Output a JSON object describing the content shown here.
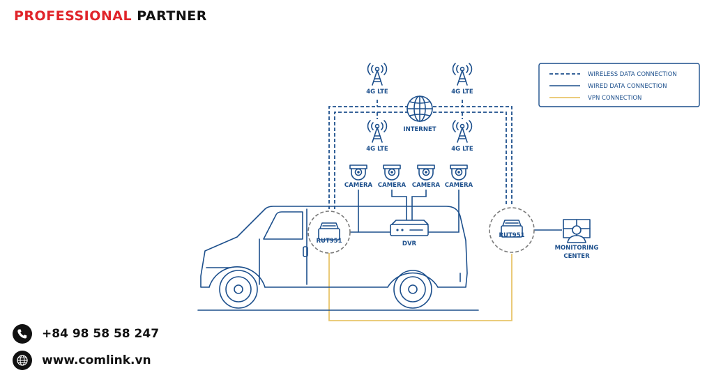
{
  "header": {
    "brand_part1": "PROFESSIONAL",
    "brand_part2": "PARTNER"
  },
  "contact": {
    "phone": "+84 98 58 58 247",
    "website": "www.comlink.vn"
  },
  "legend": {
    "wireless": "WIRELESS DATA CONNECTION",
    "wired": "WIRED DATA CONNECTION",
    "vpn": "VPN CONNECTION"
  },
  "nodes": {
    "tower_label": "4G LTE",
    "internet": "INTERNET",
    "camera_label": "CAMERA",
    "dvr": "DVR",
    "router_model": "RUT951",
    "monitoring_line1": "MONITORING",
    "monitoring_line2": "CENTER"
  },
  "colors": {
    "brand_red": "#e0242a",
    "diagram_blue": "#1c4f8c",
    "vpn_yellow": "#e8c56a",
    "router_circle": "#7a7a7a"
  }
}
